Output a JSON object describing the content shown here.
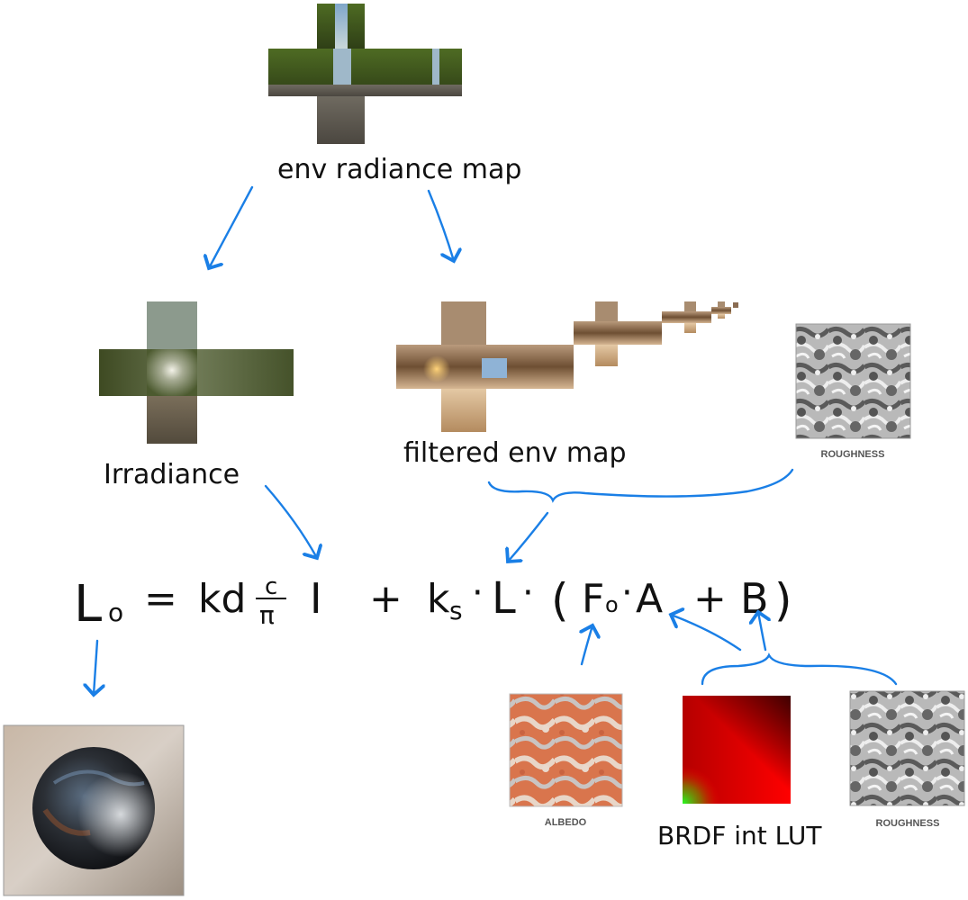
{
  "labels": {
    "env_radiance_map": "env radiance map",
    "irradiance": "Irradiance",
    "filtered_env_map": "filtered env map",
    "roughness_top": "ROUGHNESS",
    "albedo": "ALBEDO",
    "brdf_lut": "BRDF int LUT",
    "roughness_bottom": "ROUGHNESS"
  },
  "equation": {
    "lhs": "L",
    "lhs_sub": "o",
    "eq": "=",
    "kd": "kd",
    "frac_num": "c",
    "frac_den": "π",
    "irr": "I",
    "plus1": "+",
    "ks": "k",
    "ks_sub": "s",
    "dot1": "·",
    "L": "L",
    "dot2": "·",
    "lparen": "(",
    "F": "F",
    "F_sub": "o",
    "dot3": "·",
    "A": "A",
    "plus2": "+",
    "B": "B",
    "rparen": ")"
  },
  "colors": {
    "arrow": "#1a7fe6",
    "ink": "#111111",
    "label_gray": "#555555"
  }
}
